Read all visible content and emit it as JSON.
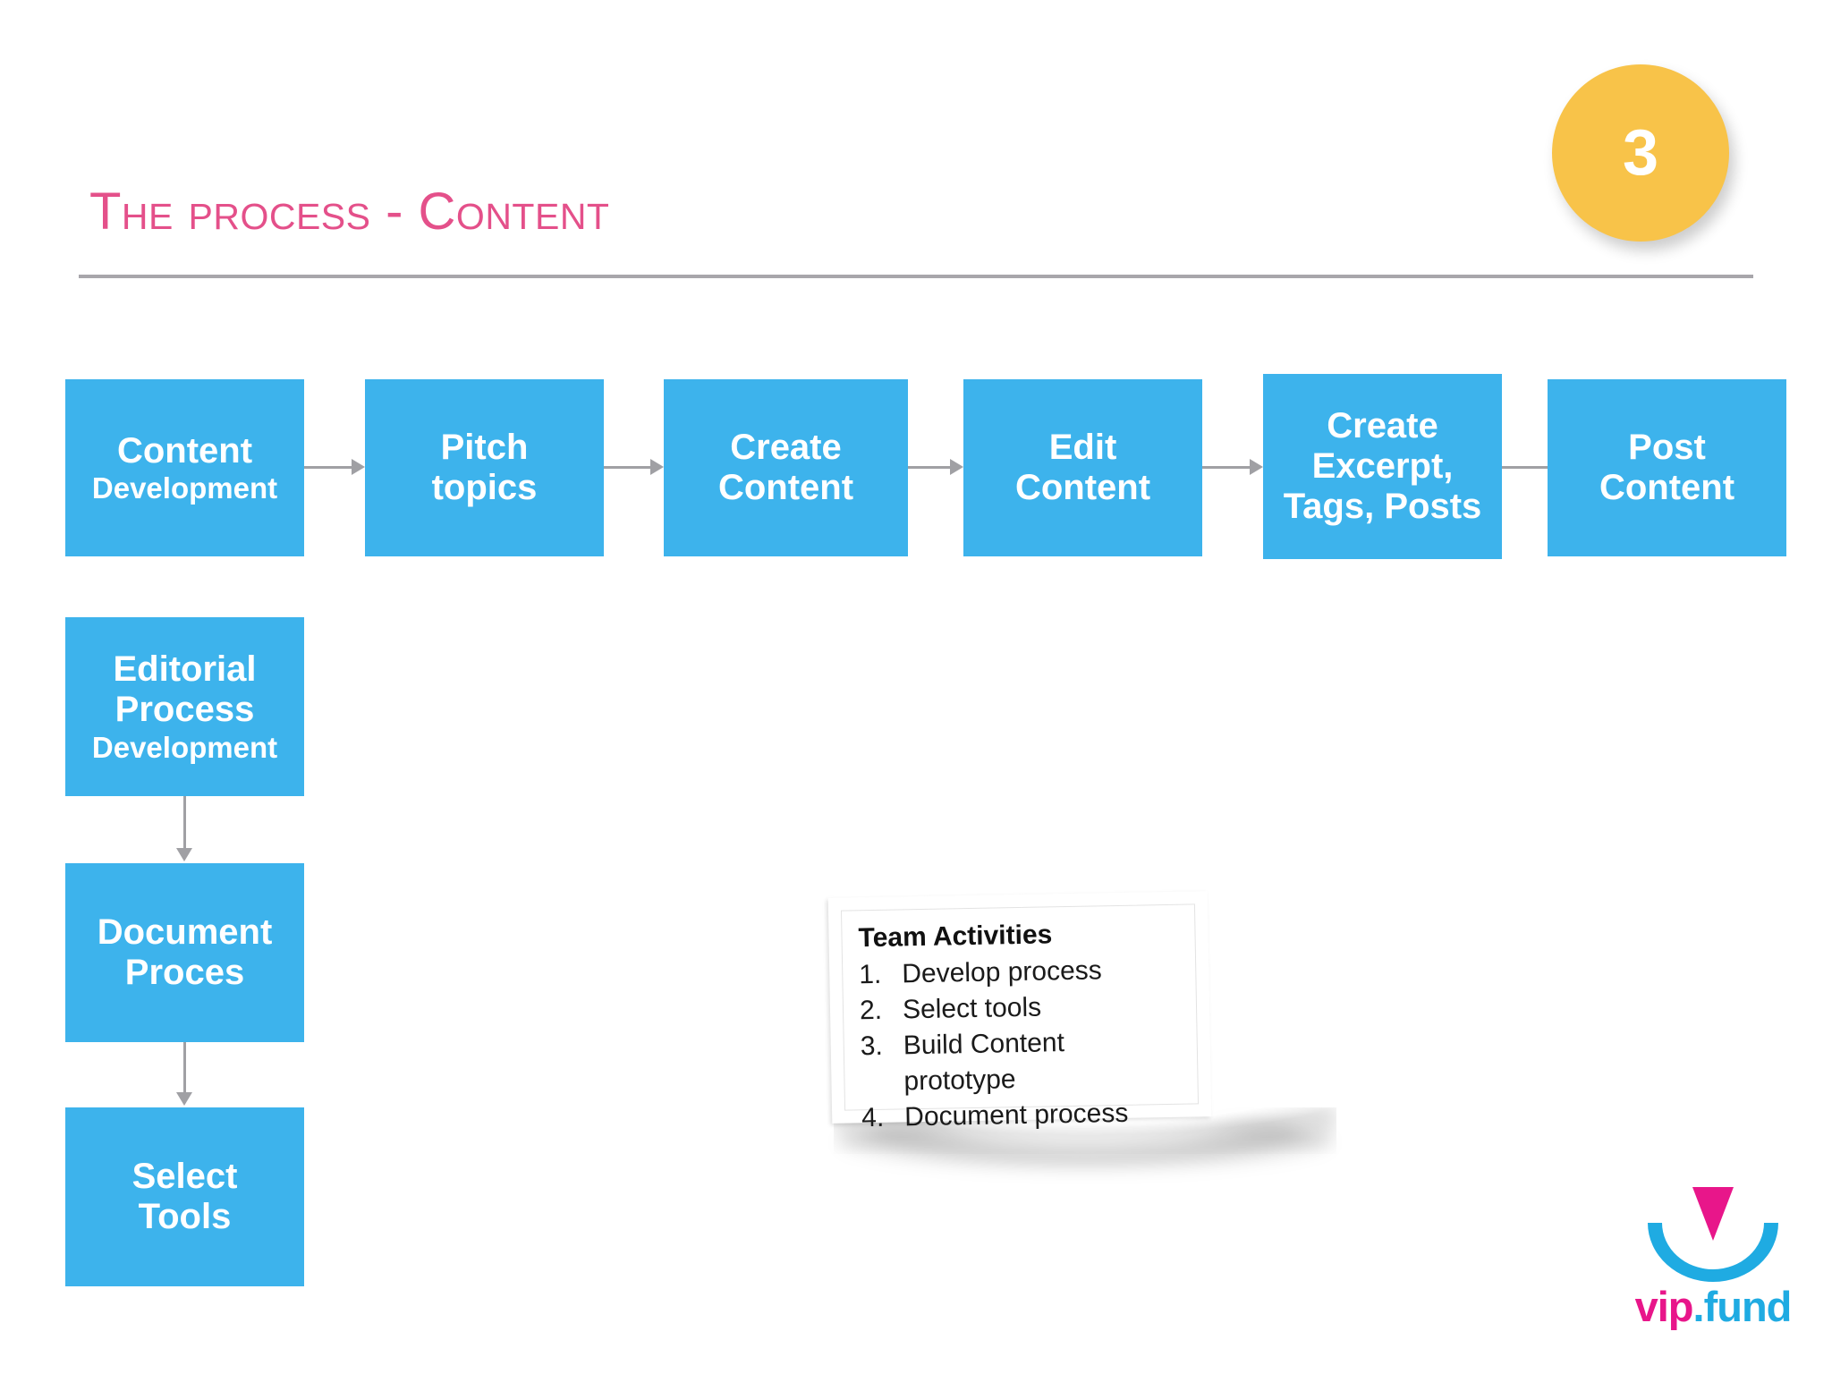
{
  "slide": {
    "title": "The process - Content",
    "badge_number": "3",
    "accent_pink": "#e4508a",
    "accent_blue": "#3db3ec",
    "accent_yellow": "#f8c349",
    "rule_color": "#a8a6ab",
    "connector_color": "#a0a0a4"
  },
  "flow_row": [
    {
      "id": "content-development",
      "line1": "Content",
      "line2": "Development",
      "line3": ""
    },
    {
      "id": "pitch-topics",
      "line1": "Pitch",
      "line2": "topics",
      "line3": ""
    },
    {
      "id": "create-content",
      "line1": "Create",
      "line2": "Content",
      "line3": ""
    },
    {
      "id": "edit-content",
      "line1": "Edit",
      "line2": "Content",
      "line3": ""
    },
    {
      "id": "create-excerpt-tags-posts",
      "line1": "Create",
      "line2": "Excerpt,",
      "line3": "Tags, Posts"
    },
    {
      "id": "post-content",
      "line1": "Post",
      "line2": "Content",
      "line3": ""
    }
  ],
  "flow_column": [
    {
      "id": "editorial-process-development",
      "line1": "Editorial",
      "line2": "Process",
      "line3": "Development"
    },
    {
      "id": "document-process",
      "line1": "Document",
      "line2": "Proces",
      "line3": ""
    },
    {
      "id": "select-tools",
      "line1": "Select",
      "line2": "Tools",
      "line3": ""
    }
  ],
  "team_activities": {
    "title": "Team Activities",
    "items": [
      {
        "num": "1.",
        "text": "Develop process"
      },
      {
        "num": "2.",
        "text": "Select tools"
      },
      {
        "num": "3.",
        "text": "Build Content prototype"
      },
      {
        "num": "4.",
        "text": "Document process"
      }
    ]
  },
  "logo": {
    "name_part1": "vip",
    "name_part2": ".fund",
    "mark_triangle_color": "#e8168a",
    "mark_arc_color": "#1fabe2"
  }
}
